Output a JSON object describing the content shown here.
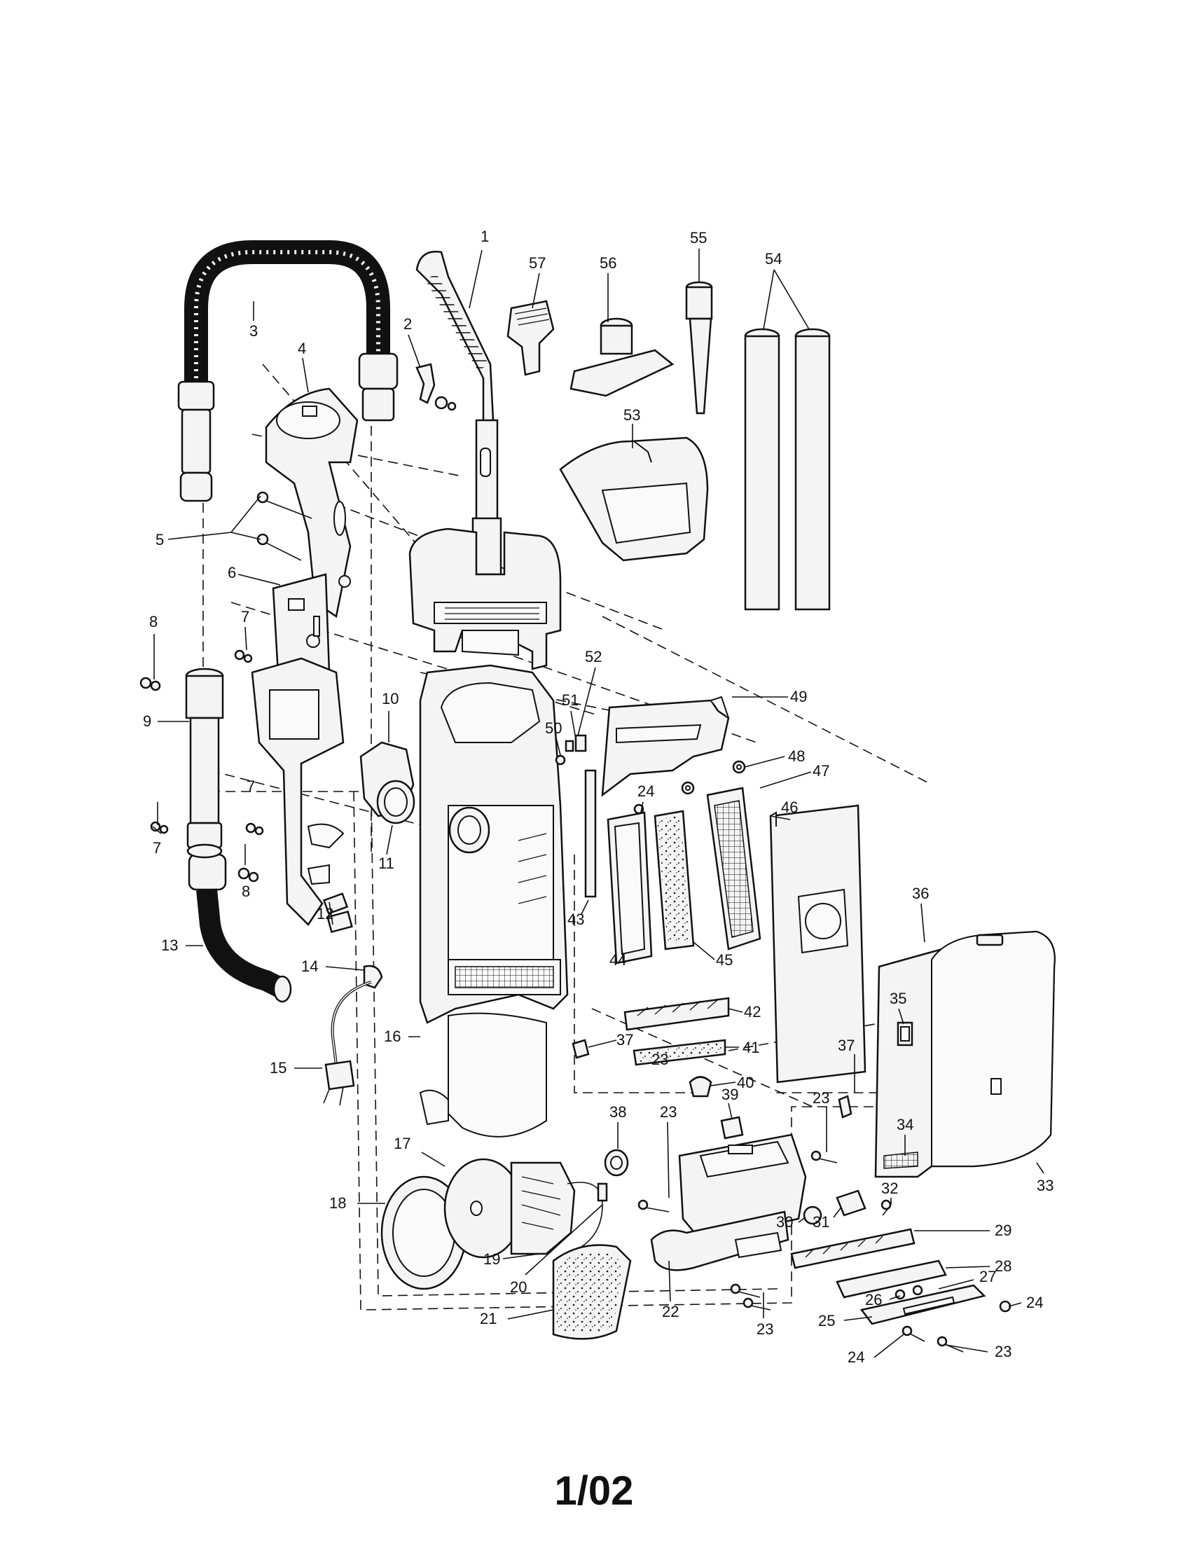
{
  "diagram": {
    "part_numbers": [
      "1",
      "2",
      "3",
      "4",
      "5",
      "6",
      "7",
      "7",
      "7",
      "8",
      "8",
      "9",
      "10",
      "11",
      "12",
      "13",
      "14",
      "15",
      "16",
      "17",
      "18",
      "19",
      "20",
      "21",
      "22",
      "23",
      "23",
      "23",
      "23",
      "23",
      "24",
      "24",
      "24",
      "25",
      "26",
      "27",
      "28",
      "29",
      "30",
      "31",
      "32",
      "33",
      "34",
      "35",
      "36",
      "37",
      "37",
      "38",
      "39",
      "40",
      "41",
      "42",
      "43",
      "44",
      "45",
      "46",
      "47",
      "48",
      "49",
      "50",
      "51",
      "52",
      "53",
      "54",
      "55",
      "56",
      "57"
    ]
  },
  "footer": {
    "page_label": "1/02"
  }
}
